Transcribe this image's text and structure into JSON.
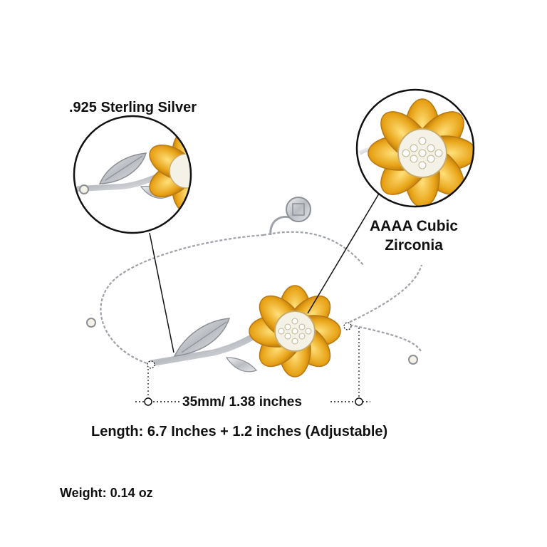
{
  "labels": {
    "material": ".925 Sterling Silver",
    "stone_line1": "AAAA Cubic",
    "stone_line2": "Zirconia",
    "width": "35mm/ 1.38 inches",
    "length": "Length: 6.7 Inches + 1.2 inches (Adjustable)",
    "weight": "Weight: 0.14 oz"
  },
  "colors": {
    "gold": "#e8a317",
    "gold_dark": "#b97812",
    "silver": "#c9ccd0",
    "silver_dark": "#8c9096",
    "gem": "#f4f1e6",
    "line": "#111111"
  }
}
